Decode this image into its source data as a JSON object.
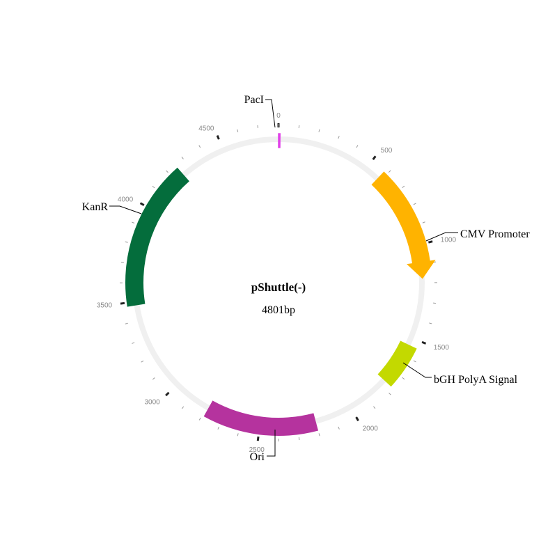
{
  "plasmid": {
    "name": "pShuttle(-)",
    "length_label": "4801bp",
    "length_bp": 4801,
    "backbone_color": "#f0f0f0"
  },
  "ticks": {
    "major_labels": [
      "0",
      "500",
      "1000",
      "1500",
      "2000",
      "2500",
      "3000",
      "3500",
      "4000",
      "4500"
    ],
    "major_values": [
      0,
      500,
      1000,
      1500,
      2000,
      2500,
      3000,
      3500,
      4000,
      4500
    ],
    "minor_step": 100
  },
  "features": [
    {
      "name": "PacI",
      "start": 0,
      "end": 8,
      "color": "#e040e8",
      "type": "site",
      "label_side": "left"
    },
    {
      "name": "CMV Promoter",
      "start": 580,
      "end": 1180,
      "color": "#ffb300",
      "type": "arrow",
      "label_side": "right"
    },
    {
      "name": "bGH PolyA Signal",
      "start": 1540,
      "end": 1770,
      "color": "#c3d900",
      "type": "block",
      "label_side": "right"
    },
    {
      "name": "Ori",
      "start": 2200,
      "end": 2790,
      "color": "#b5339e",
      "type": "block",
      "label_side": "left"
    },
    {
      "name": "KanR",
      "start": 3480,
      "end": 4250,
      "color": "#046d3c",
      "type": "block",
      "label_side": "left"
    }
  ]
}
